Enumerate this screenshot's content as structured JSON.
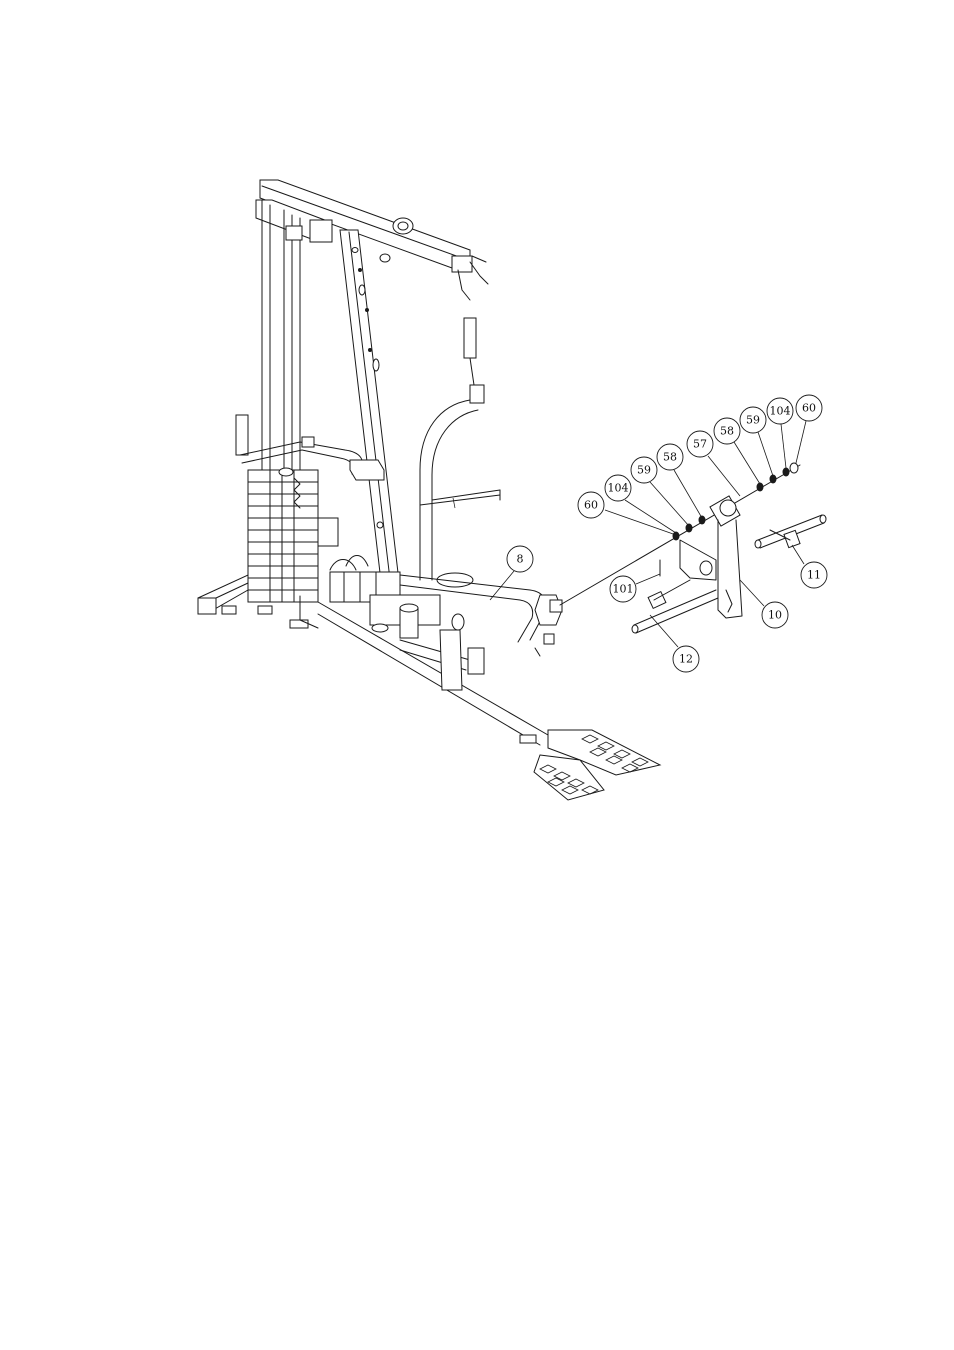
{
  "callouts": [
    {
      "id": "c60a",
      "label": "60"
    },
    {
      "id": "c104a",
      "label": "104"
    },
    {
      "id": "c59a",
      "label": "59"
    },
    {
      "id": "c58a",
      "label": "58"
    },
    {
      "id": "c57",
      "label": "57"
    },
    {
      "id": "c58b",
      "label": "58"
    },
    {
      "id": "c59b",
      "label": "59"
    },
    {
      "id": "c104b",
      "label": "104"
    },
    {
      "id": "c60b",
      "label": "60"
    },
    {
      "id": "c8",
      "label": "8"
    },
    {
      "id": "c101",
      "label": "101"
    },
    {
      "id": "c12",
      "label": "12"
    },
    {
      "id": "c10",
      "label": "10"
    },
    {
      "id": "c11",
      "label": "11"
    }
  ]
}
